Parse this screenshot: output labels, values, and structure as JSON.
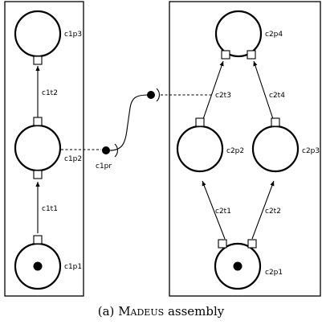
{
  "places": {
    "c1p1": "c1p1",
    "c1p2": "c1p2",
    "c1p3": "c1p3",
    "c2p1": "c2p1",
    "c2p2": "c2p2",
    "c2p3": "c2p3",
    "c2p4": "c2p4"
  },
  "transitions": {
    "c1t1": "c1t1",
    "c1t2": "c1t2",
    "c2t1": "c2t1",
    "c2t2": "c2t2",
    "c2t3": "c2t3",
    "c2t4": "c2t4"
  },
  "ports": {
    "c1pr": "c1pr"
  },
  "caption": {
    "prefix": "(a)",
    "name": "Madeus",
    "suffix": "assembly"
  }
}
